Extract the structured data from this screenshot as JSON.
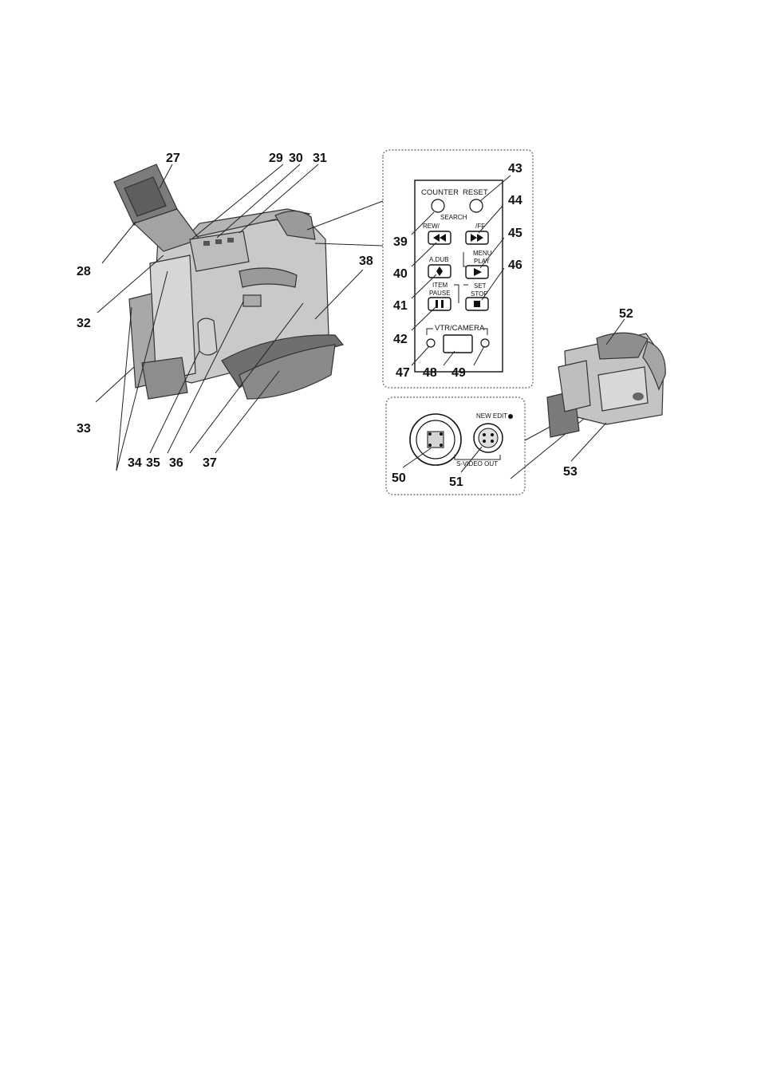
{
  "callouts": {
    "n27": "27",
    "n28": "28",
    "n29": "29",
    "n30": "30",
    "n31": "31",
    "n32": "32",
    "n33": "33",
    "n34": "34",
    "n35": "35",
    "n36": "36",
    "n37": "37",
    "n38": "38",
    "n39": "39",
    "n40": "40",
    "n41": "41",
    "n42": "42",
    "n43": "43",
    "n44": "44",
    "n45": "45",
    "n46": "46",
    "n47": "47",
    "n48": "48",
    "n49": "49",
    "n50": "50",
    "n51": "51",
    "n52": "52",
    "n53": "53"
  },
  "panel": {
    "counter": "COUNTER",
    "reset": "RESET",
    "search": "SEARCH",
    "rew": "REW/",
    "ff": "/FF",
    "adub": "A.DUB",
    "menu": "MENU",
    "play": "PLAY",
    "item": "ITEM",
    "pause": "PAUSE",
    "set": "SET",
    "stop": "STOP",
    "vtr_camera": "VTR/CAMERA"
  },
  "jacks": {
    "new_edit": "NEW EDIT",
    "svideo_out": "S-VIDEO OUT"
  },
  "icons": {
    "rew": "rewind-icon",
    "ff": "fast-forward-icon",
    "play": "play-icon",
    "pause": "pause-icon",
    "stop": "stop-icon",
    "adub": "audio-dub-icon"
  }
}
